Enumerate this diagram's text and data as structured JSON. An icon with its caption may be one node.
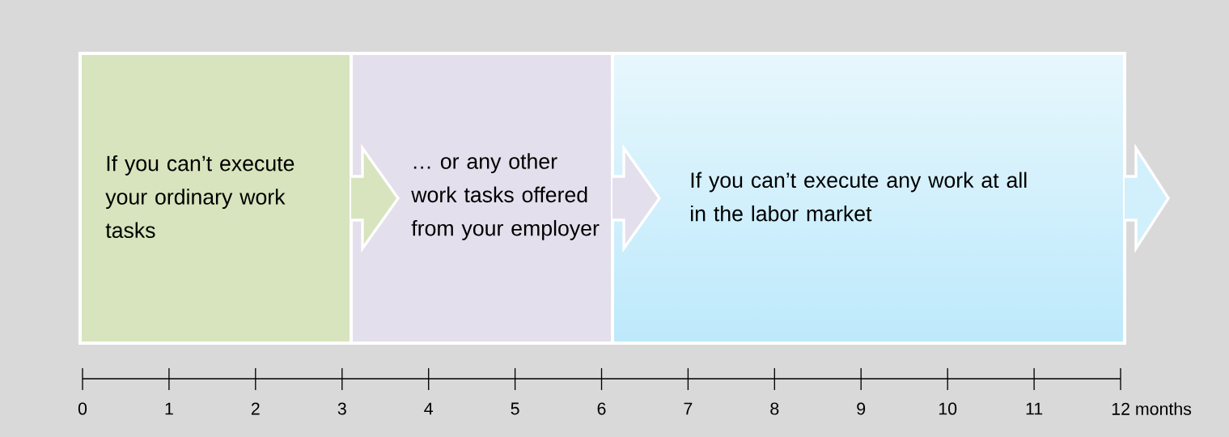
{
  "diagram": {
    "nodes": [
      {
        "text": [
          "If you can’t execute your ordinary work tasks"
        ]
      },
      {
        "text": [
          "… or any other work tasks offered from your employer"
        ]
      },
      {
        "text": [
          "If you can’t execute any work at all in the labor market"
        ]
      }
    ],
    "edges": [
      {
        "from": 0,
        "to": 1,
        "arrow": "to"
      },
      {
        "from": 1,
        "to": 2,
        "arrow": "to"
      },
      {
        "from": 2,
        "to": null,
        "arrow": "to"
      }
    ],
    "labels": [
      "0",
      "1",
      "2",
      "3",
      "4",
      "5",
      "6",
      "7",
      "8",
      "9",
      "10",
      "11",
      "12 months"
    ]
  }
}
